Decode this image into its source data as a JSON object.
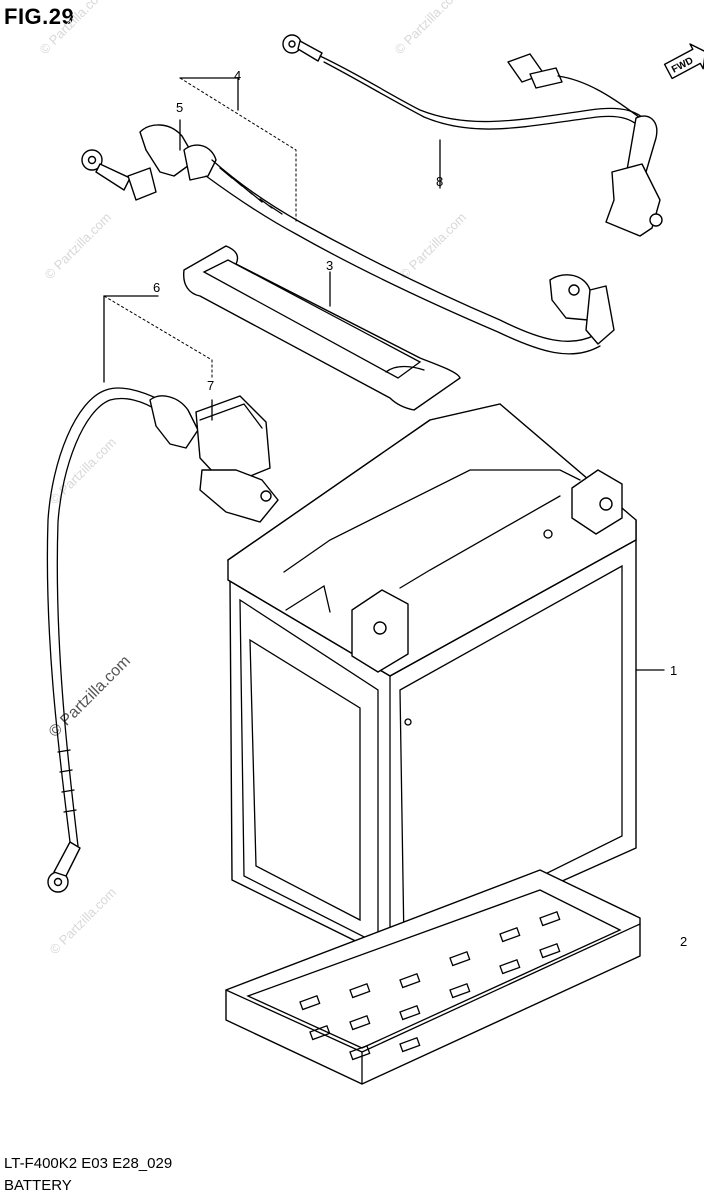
{
  "figure": {
    "title": "FIG.29",
    "model_code": "LT-F400K2 E03 E28_029",
    "section_name": "BATTERY",
    "direction_label": "FWD"
  },
  "callouts": [
    "1",
    "2",
    "3",
    "4",
    "5",
    "6",
    "7",
    "8"
  ],
  "watermarks": {
    "main": "© Partzilla.com",
    "repeat": "© Partzilla.com"
  },
  "icons": {
    "direction": "fwd-arrow-icon"
  }
}
